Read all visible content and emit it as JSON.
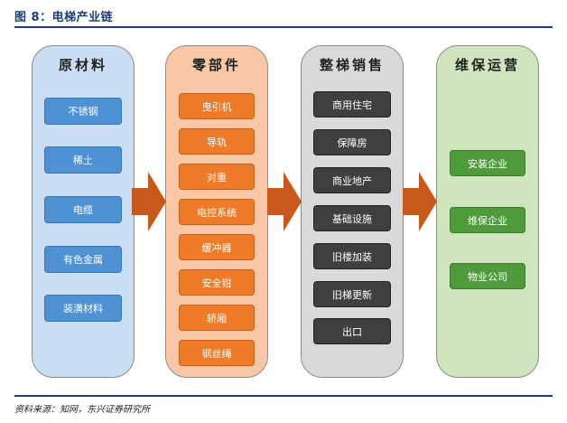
{
  "figure": {
    "title": "图 8：电梯产业链",
    "source": "资料来源：知网，东兴证券研究所"
  },
  "columns": [
    {
      "header": "原材料",
      "items": [
        "不锈钢",
        "稀土",
        "电缆",
        "有色金属",
        "装潢材料"
      ]
    },
    {
      "header": "零部件",
      "items": [
        "曳引机",
        "导轨",
        "对重",
        "电控系统",
        "缓冲器",
        "安全钳",
        "轿厢",
        "钢丝绳"
      ]
    },
    {
      "header": "整梯销售",
      "items": [
        "商用住宅",
        "保障房",
        "商业地产",
        "基础设施",
        "旧楼加装",
        "旧梯更新",
        "出口"
      ]
    },
    {
      "header": "维保运营",
      "items": [
        "安装企业",
        "维保企业",
        "物业公司"
      ]
    }
  ],
  "colors": {
    "title_blue": "#1b3f7a",
    "raw_box": "#4f92d3",
    "raw_panel": "#c9ddf3",
    "parts_box": "#ef7a28",
    "parts_panel": "#f9c7a6",
    "sales_box": "#3f3f3f",
    "sales_panel": "#d9d9d9",
    "ops_box": "#4f9a3a",
    "ops_panel": "#cfe5bd",
    "arrow": "#c8581b"
  }
}
